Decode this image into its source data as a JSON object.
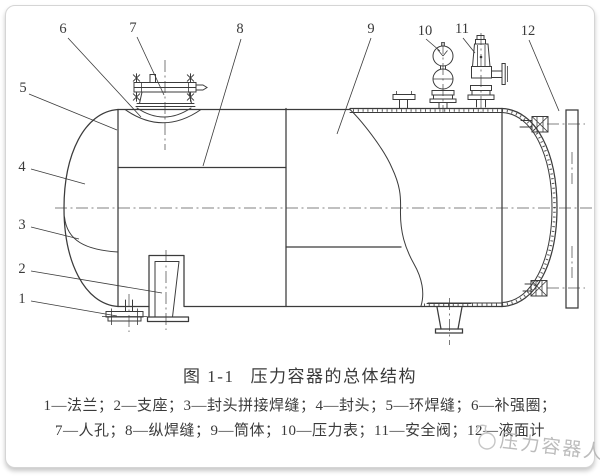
{
  "figure": {
    "caption": {
      "fig_label": "图 1-1",
      "title": "压力容器的总体结构"
    },
    "legend": {
      "dash": "—",
      "delimiter": "；",
      "line_break_after": 6,
      "items": [
        {
          "num": "1",
          "label": "法兰"
        },
        {
          "num": "2",
          "label": "支座"
        },
        {
          "num": "3",
          "label": "封头拼接焊缝"
        },
        {
          "num": "4",
          "label": "封头"
        },
        {
          "num": "5",
          "label": "环焊缝"
        },
        {
          "num": "6",
          "label": "补强圈"
        },
        {
          "num": "7",
          "label": "人孔"
        },
        {
          "num": "8",
          "label": "纵焊缝"
        },
        {
          "num": "9",
          "label": "筒体"
        },
        {
          "num": "10",
          "label": "压力表"
        },
        {
          "num": "11",
          "label": "安全阀"
        },
        {
          "num": "12",
          "label": "液面计"
        }
      ]
    }
  },
  "watermark": {
    "text": "压力容器人"
  },
  "colors": {
    "line": "#3b3b3b",
    "text": "#3a3a3a",
    "border": "#d5d5d5",
    "watermark": "#b5b5b5"
  }
}
